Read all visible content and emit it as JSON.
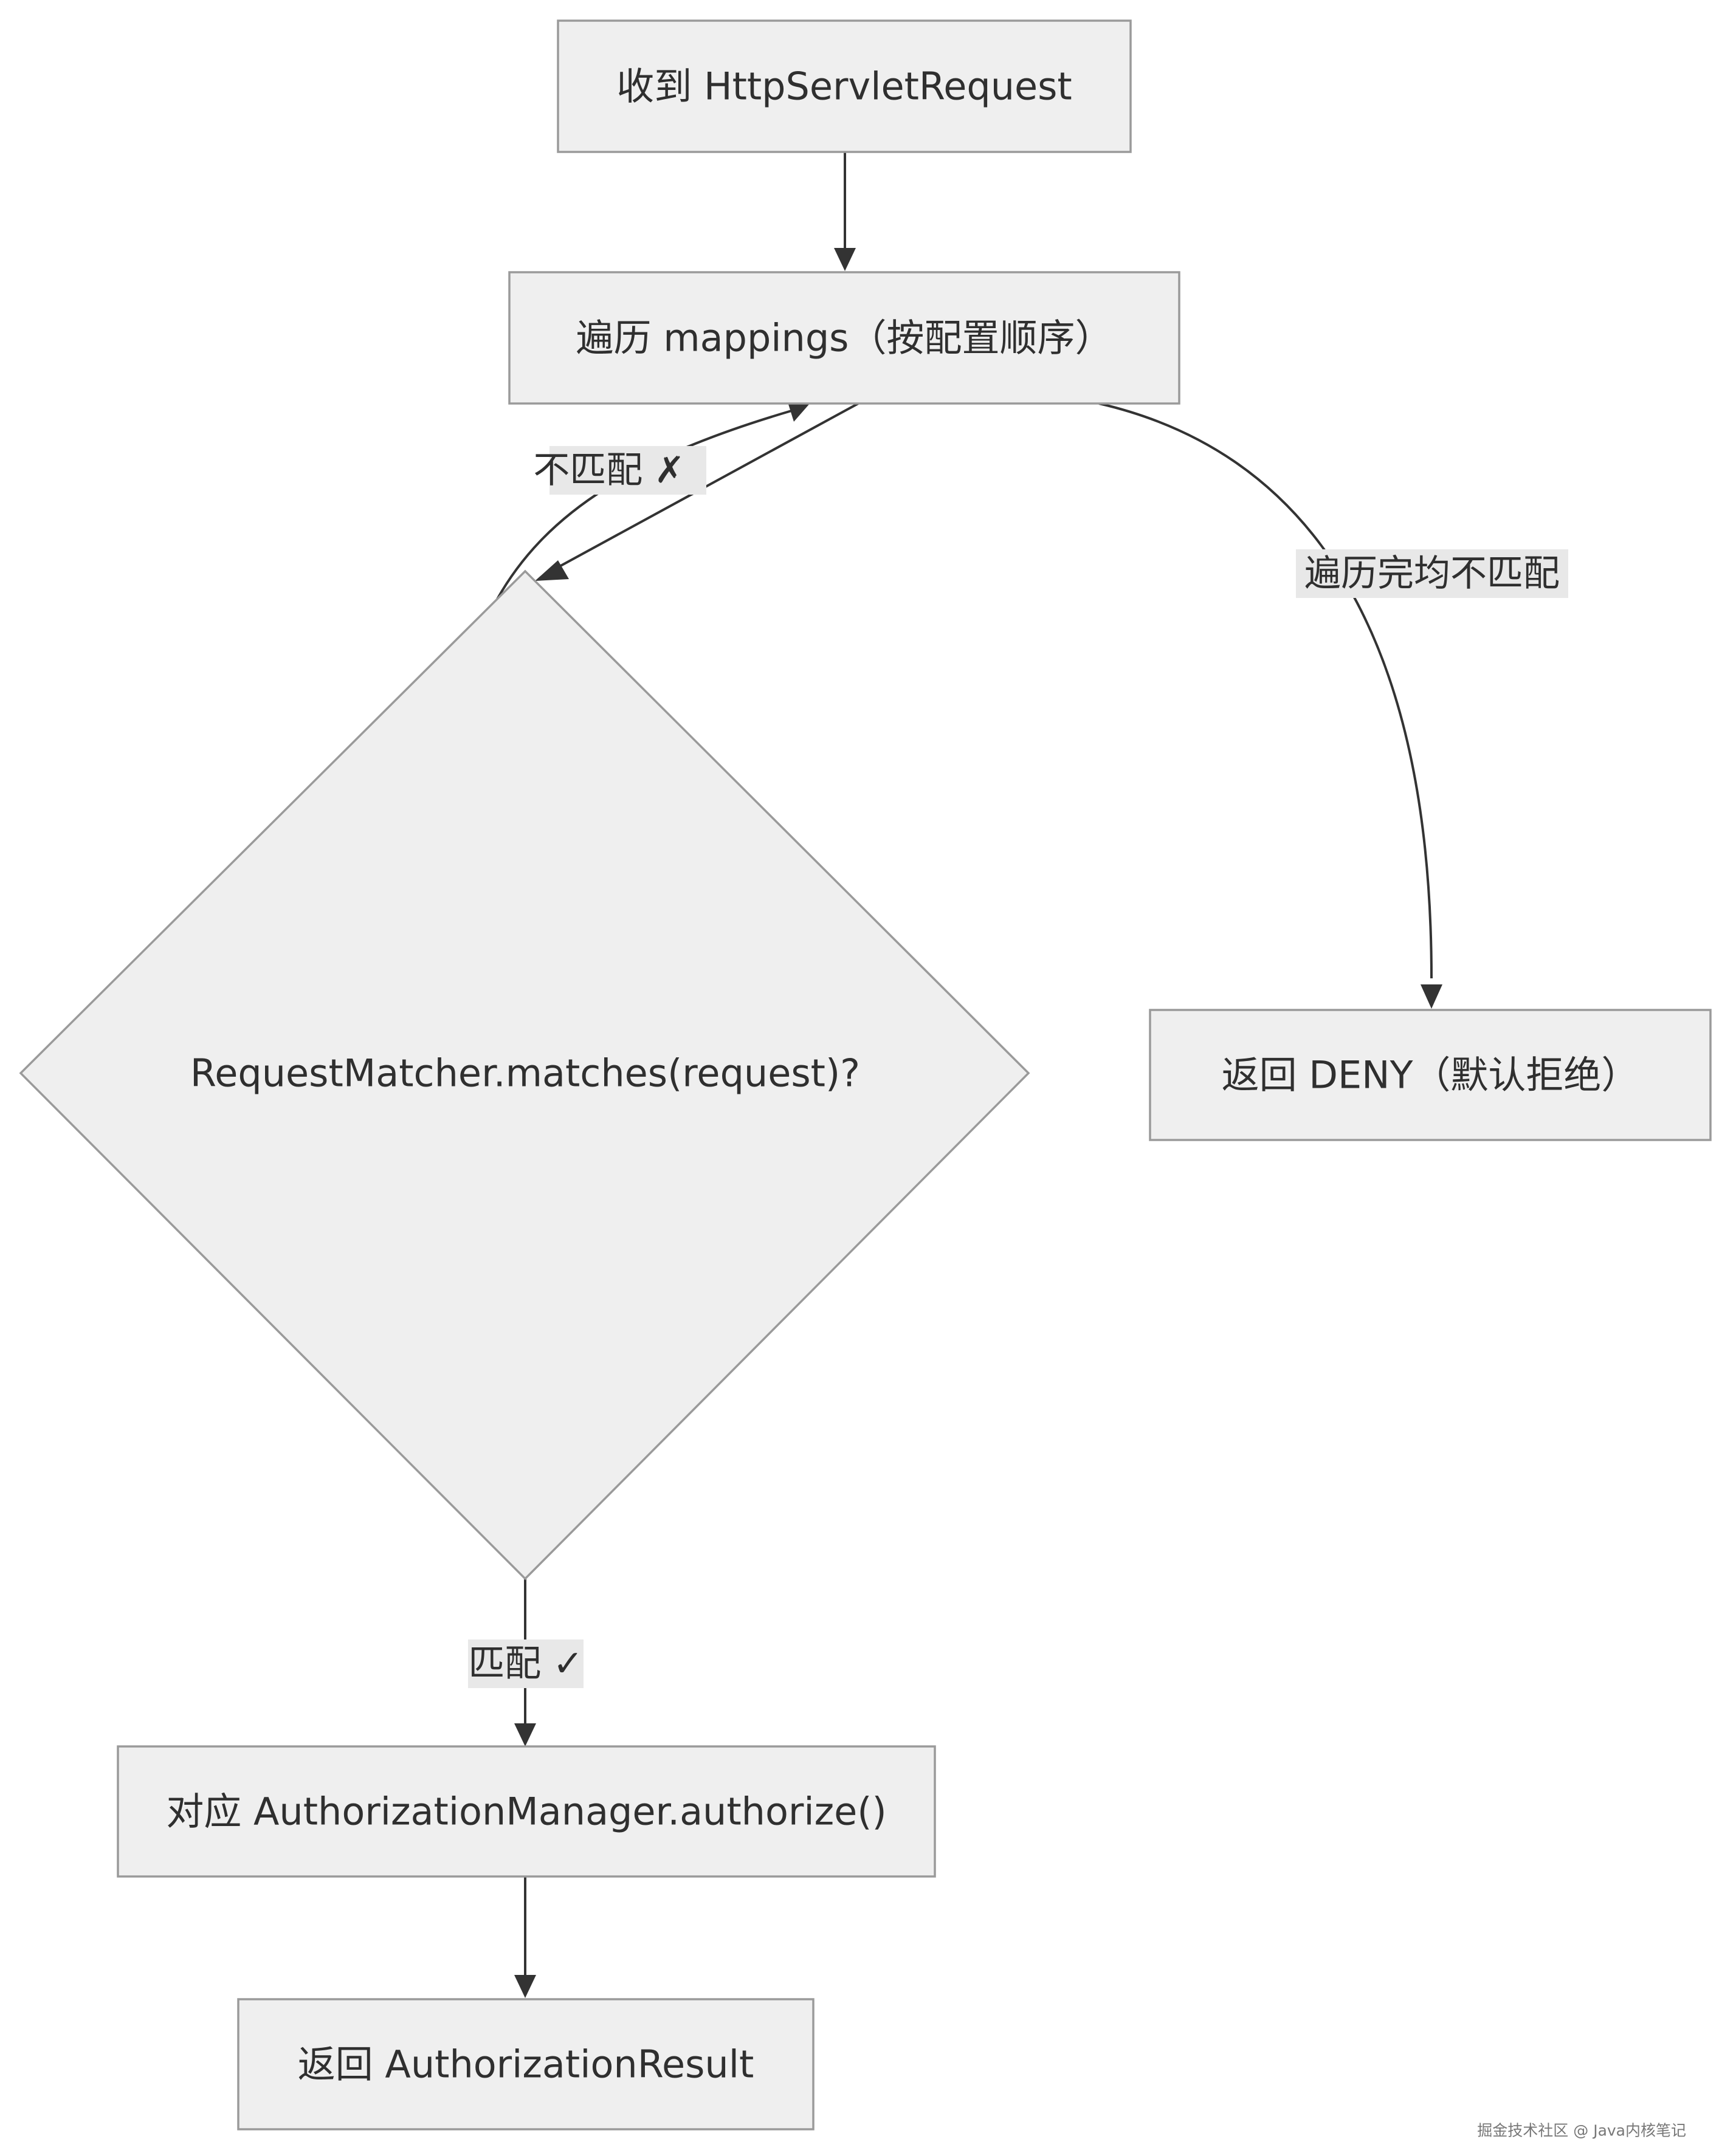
{
  "nodes": {
    "receive_request": "收到 HttpServletRequest",
    "iterate_mappings": "遍历 mappings（按配置顺序）",
    "matcher_decision": "RequestMatcher.matches(request)?",
    "return_deny": "返回 DENY（默认拒绝）",
    "authorize": "对应 AuthorizationManager.authorize()",
    "return_result": "返回 AuthorizationResult"
  },
  "edges": {
    "no_match": "不匹配 ✗",
    "all_no_match": "遍历完均不匹配",
    "match": "匹配 ✓"
  },
  "watermark": "掘金技术社区 @ Java内核笔记",
  "colors": {
    "node_fill": "#efefef",
    "node_stroke": "#9a9a9a",
    "edge": "#333333",
    "label_bg": "#e8e8e8"
  }
}
